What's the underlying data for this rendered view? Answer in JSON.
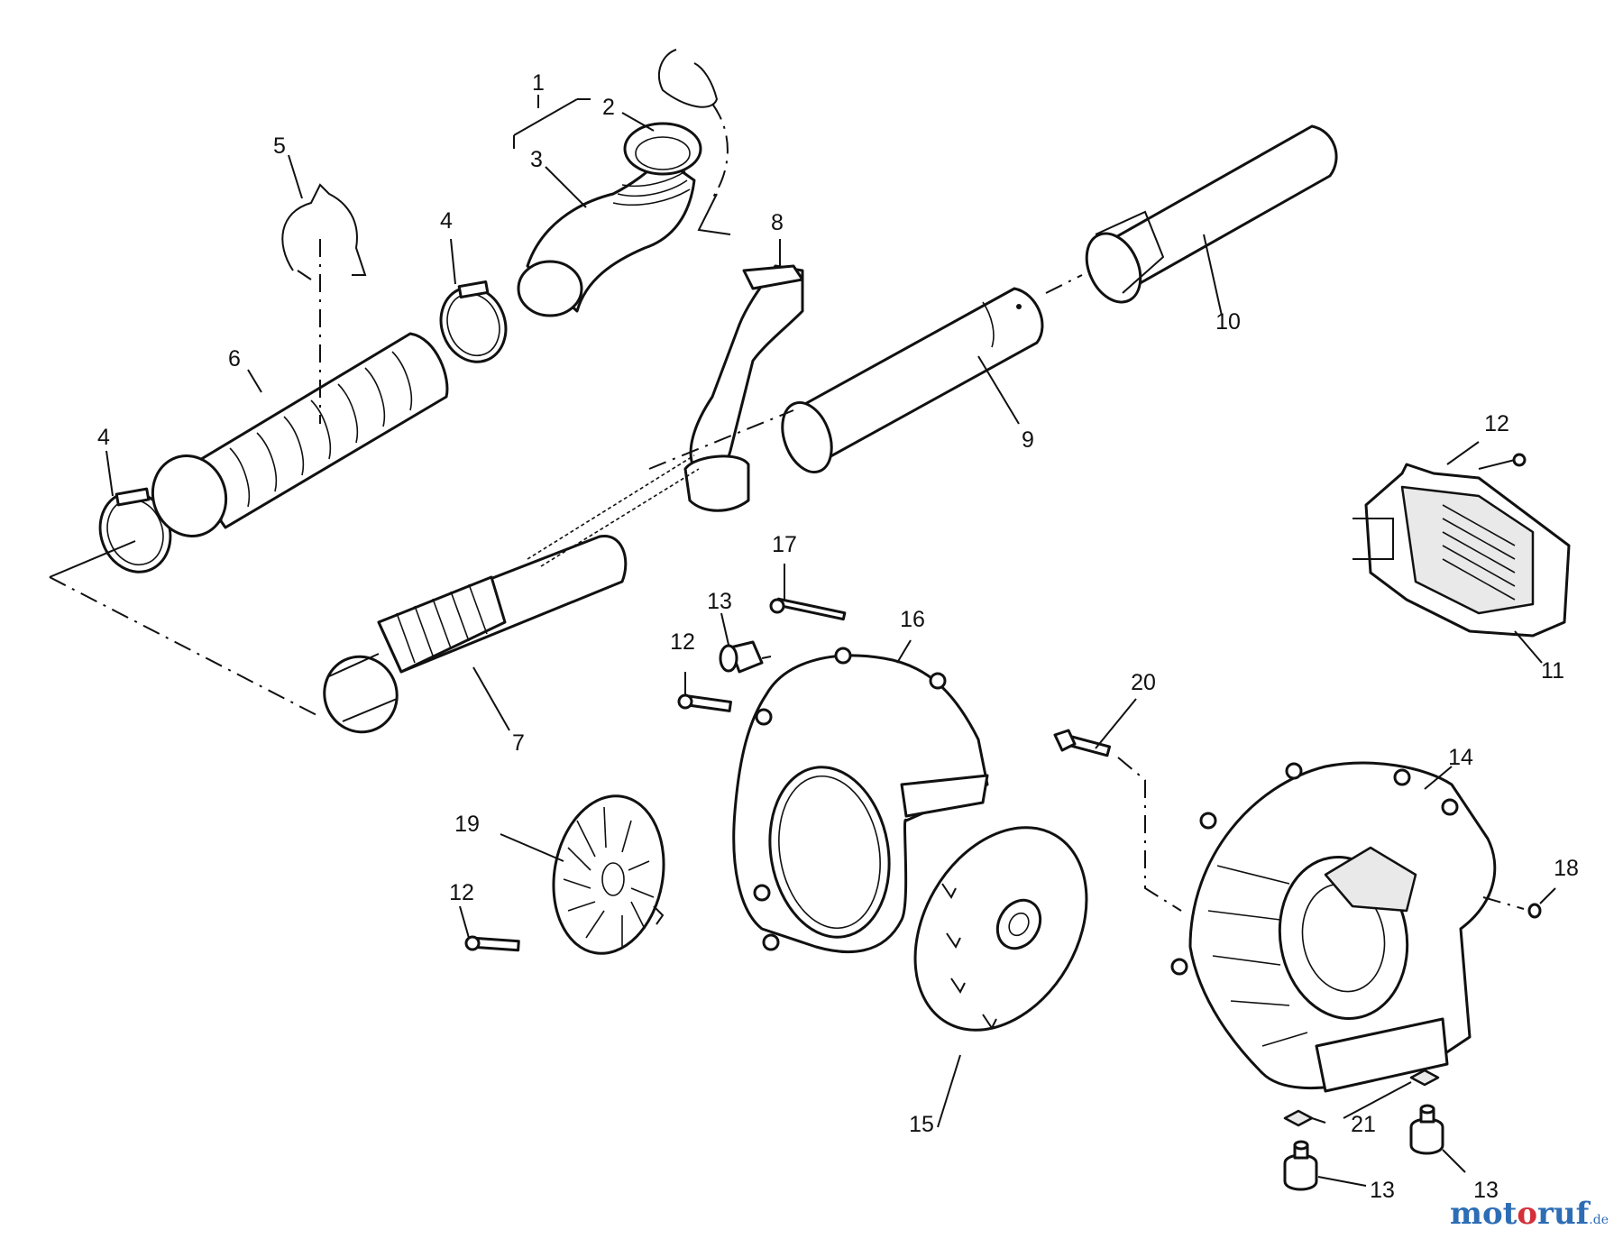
{
  "labels": {
    "p1": "1",
    "p2": "2",
    "p3": "3",
    "p4a": "4",
    "p4b": "4",
    "p5": "5",
    "p6": "6",
    "p7": "7",
    "p8": "8",
    "p9": "9",
    "p10": "10",
    "p11": "11",
    "p12a": "12",
    "p12b": "12",
    "p12c": "12",
    "p13a": "13",
    "p13b": "13",
    "p13c": "13",
    "p14": "14",
    "p15": "15",
    "p16": "16",
    "p17": "17",
    "p18": "18",
    "p19": "19",
    "p20": "20",
    "p21": "21"
  },
  "watermark": {
    "part1": "mot",
    "part2": "o",
    "part3": "ruf",
    "domain": ".de"
  }
}
